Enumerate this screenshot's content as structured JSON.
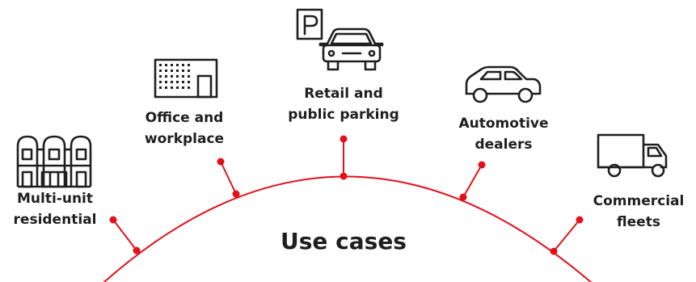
{
  "title": "Use cases",
  "use_cases": [
    {
      "line1": "Multi-unit",
      "line2": "residential",
      "icon": "residential-building-icon"
    },
    {
      "line1": "Office and",
      "line2": "workplace",
      "icon": "office-building-icon"
    },
    {
      "line1": "Retail and",
      "line2": "public parking",
      "icon": "parking-car-icon"
    },
    {
      "line1": "Automotive",
      "line2": "dealers",
      "icon": "car-icon"
    },
    {
      "line1": "Commercial",
      "line2": "fleets",
      "icon": "delivery-truck-icon"
    }
  ],
  "colors": {
    "accent": "#e3101b",
    "text": "#1f1f1f",
    "icon": "#1f1f1f"
  }
}
